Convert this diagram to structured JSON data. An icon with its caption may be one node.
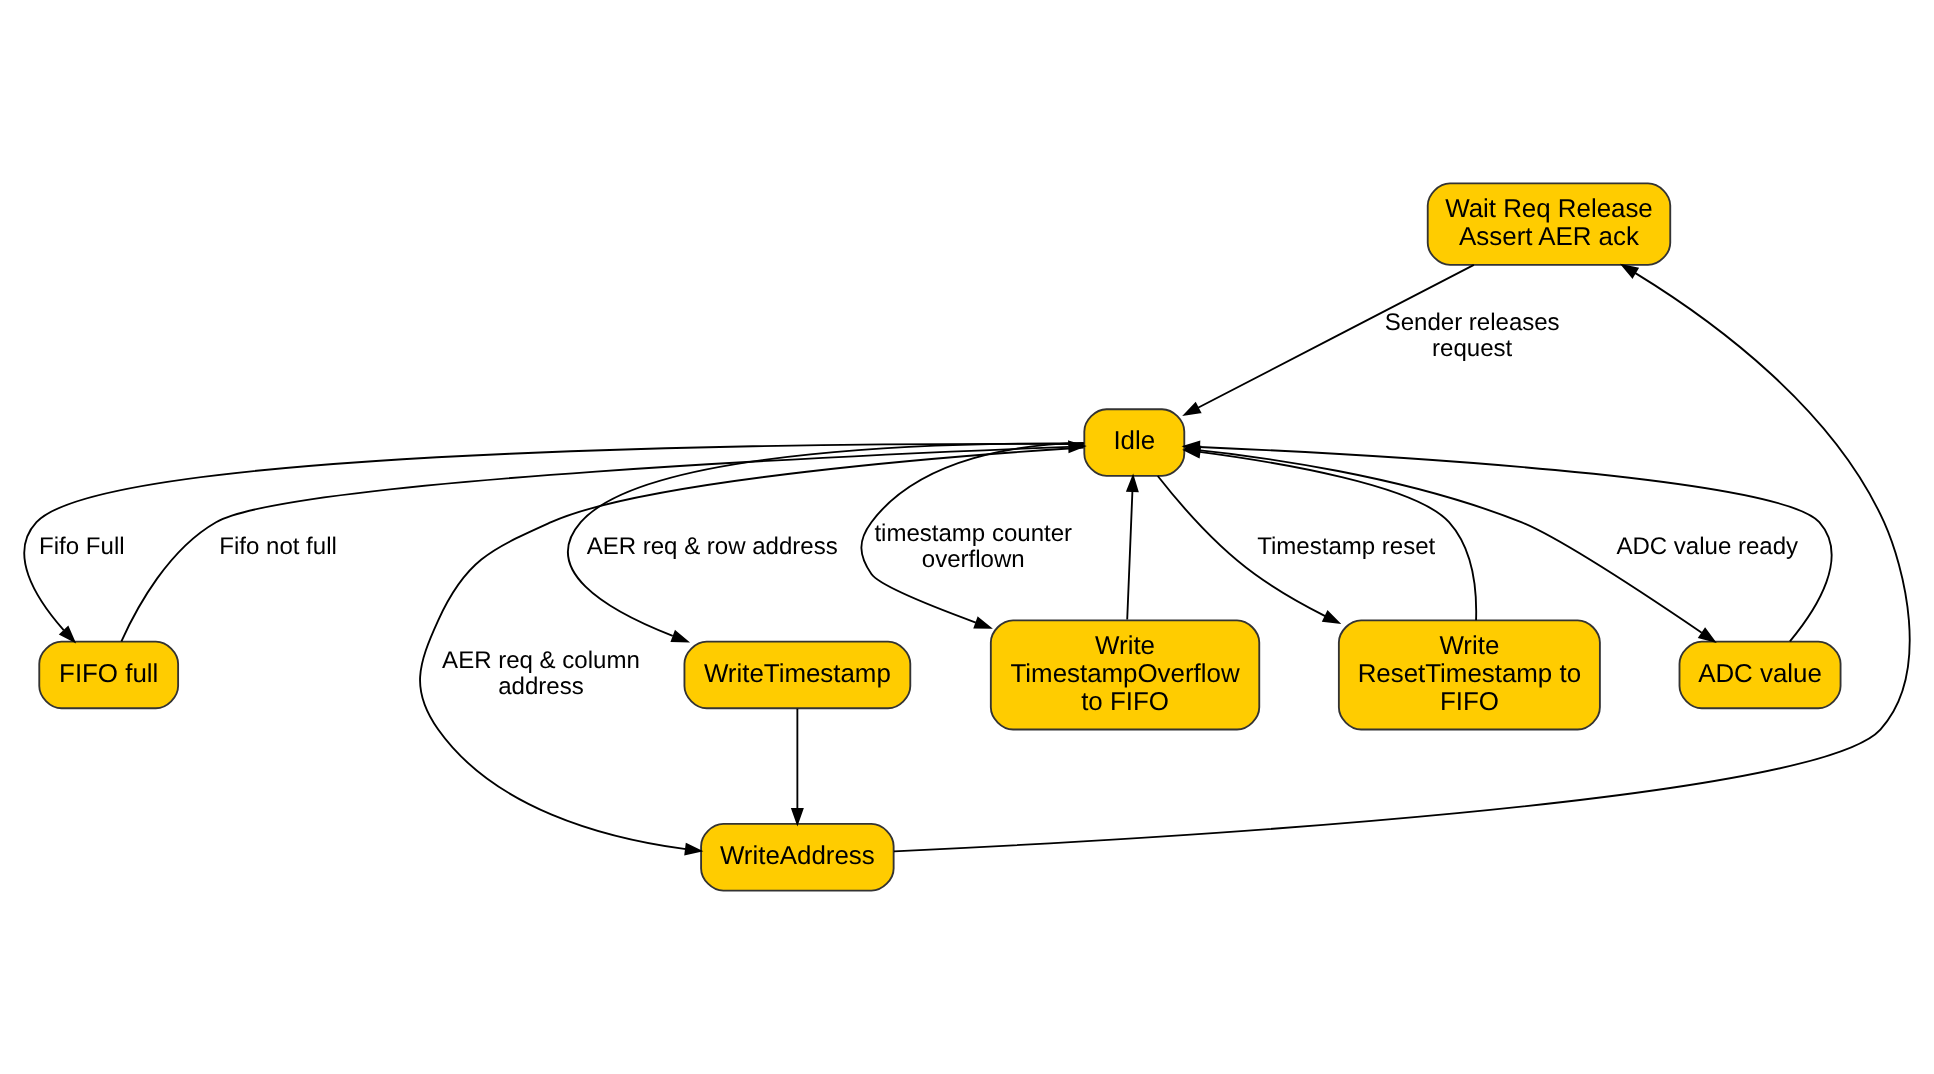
{
  "diagram": {
    "nodes": [
      {
        "text": [
          "Wait Req Release Assert AER ack"
        ]
      },
      {
        "text": [
          "FIFO full"
        ]
      },
      {
        "text": [
          "WriteAddress"
        ]
      },
      {
        "text": [
          "Idle"
        ]
      },
      {
        "text": [
          "WriteTimestamp"
        ]
      },
      {
        "text": [
          "Write TimestampOverflow to FIFO"
        ]
      },
      {
        "text": [
          "Write ResetTimestamp to FIFO"
        ]
      },
      {
        "text": [
          "ADC value"
        ]
      }
    ],
    "edges": [
      {
        "from": 3,
        "to": 1,
        "arrow": "to",
        "label": "Fifo Full"
      },
      {
        "from": 1,
        "to": 3,
        "arrow": "to",
        "label": "Fifo not full"
      },
      {
        "from": 0,
        "to": 3,
        "arrow": "to",
        "label": "Sender releases request"
      },
      {
        "from": 3,
        "to": 2,
        "arrow": "to",
        "label": "AER req & column address"
      },
      {
        "from": 2,
        "to": 0,
        "arrow": "to"
      },
      {
        "from": 3,
        "to": 4,
        "arrow": "to",
        "label": "AER req & row address"
      },
      {
        "from": 4,
        "to": 2,
        "arrow": "to"
      },
      {
        "from": 3,
        "to": 5,
        "arrow": "to",
        "label": "timestamp counter overflown"
      },
      {
        "from": 5,
        "to": 3,
        "arrow": "to"
      },
      {
        "from": 3,
        "to": 6,
        "arrow": "to",
        "label": "Timestamp reset"
      },
      {
        "from": 6,
        "to": 3,
        "arrow": "to"
      },
      {
        "from": 3,
        "to": 7,
        "arrow": "to",
        "label": "ADC value ready"
      },
      {
        "from": 7,
        "to": 3,
        "arrow": "to"
      }
    ]
  }
}
